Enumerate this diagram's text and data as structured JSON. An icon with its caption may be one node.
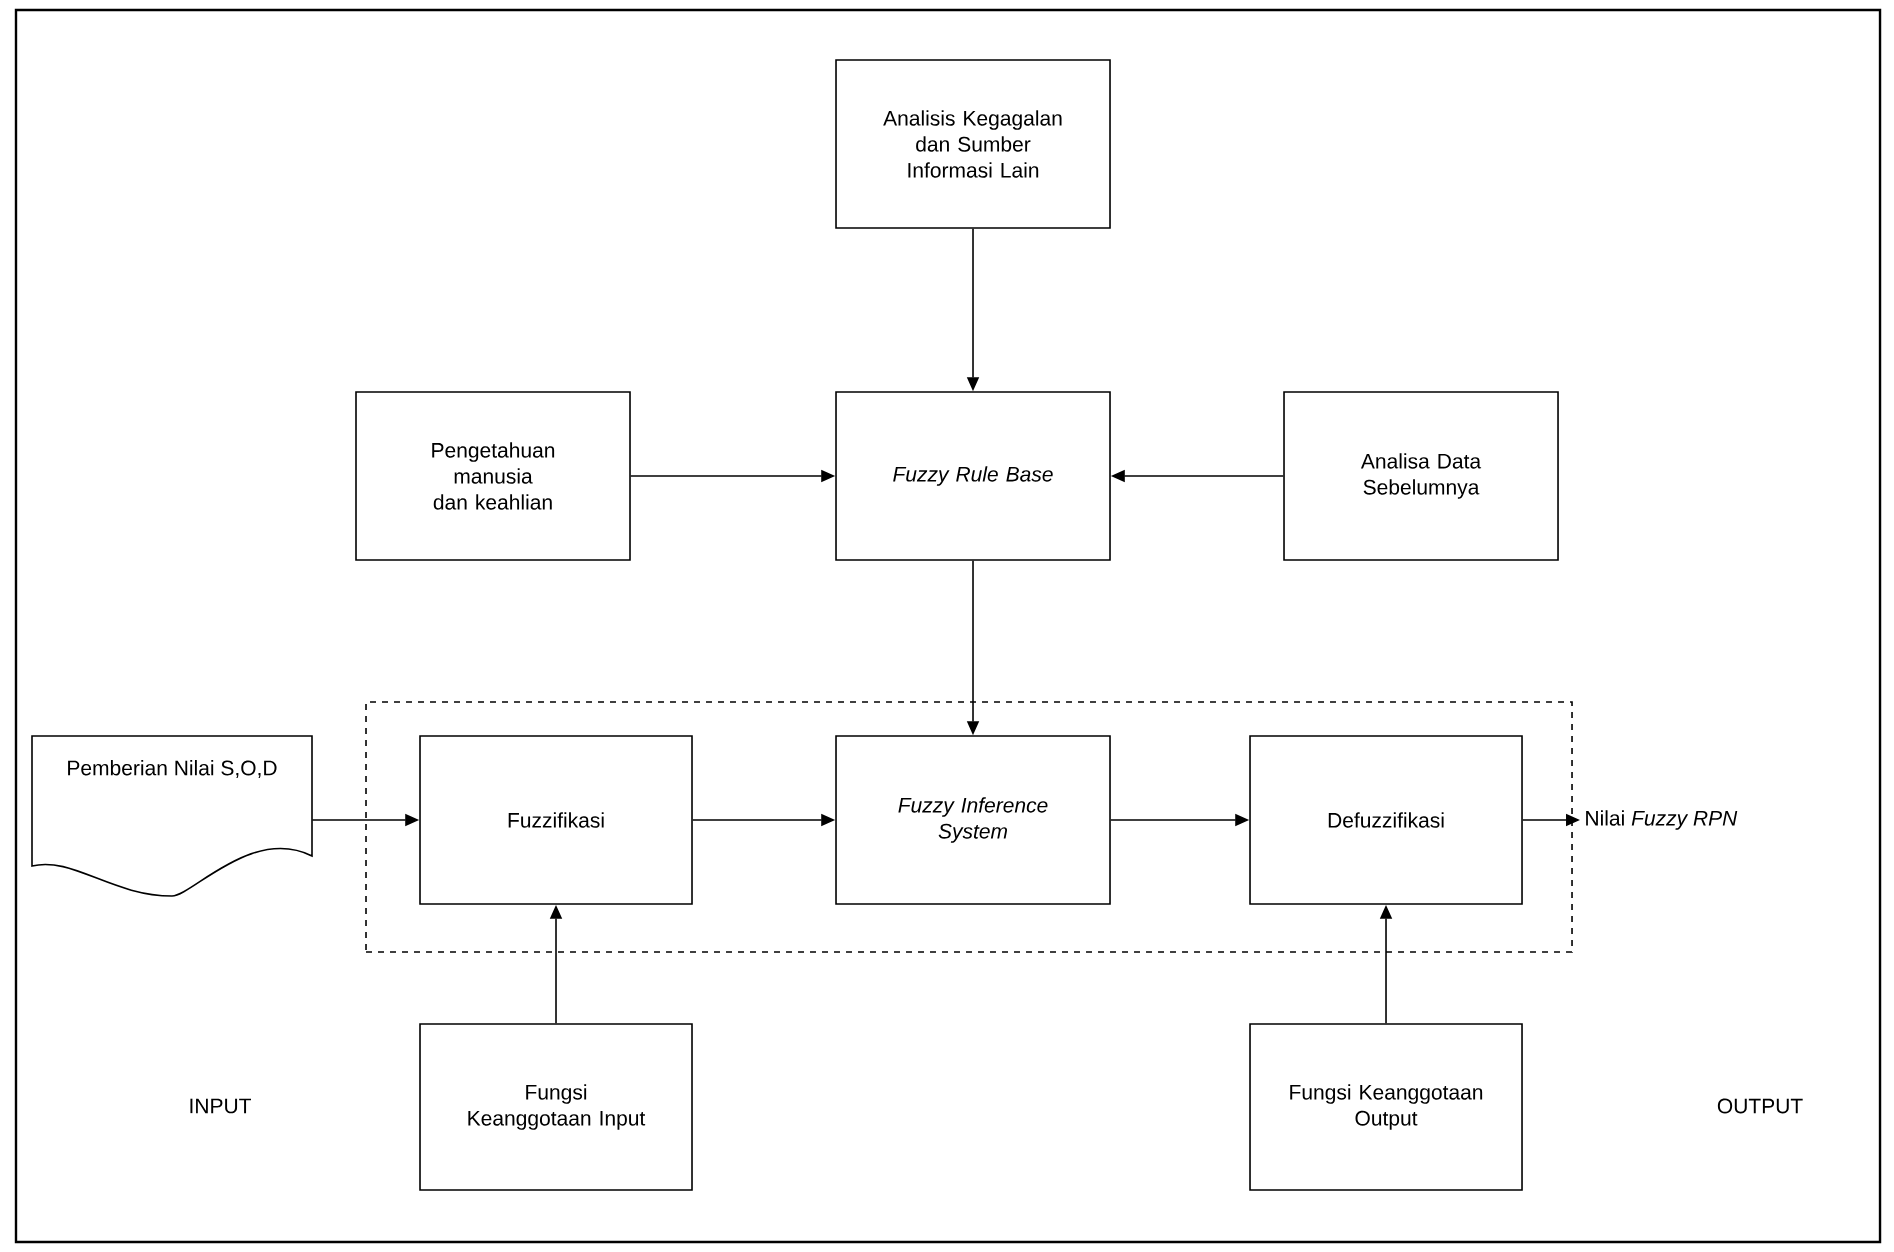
{
  "diagram": {
    "nodes": [
      {
        "text": [
          "Analisis Kegagalan dan Sumber Informasi Lain"
        ]
      },
      {
        "text": [
          "Pengetahuan manusia dan keahlian"
        ]
      },
      {
        "text": [
          "Fuzzy Rule Base"
        ]
      },
      {
        "text": [
          "Analisa Data Sebelumnya"
        ]
      },
      {
        "text": [
          "Pemberian Nilai S,O,D"
        ]
      },
      {
        "text": [],
        "shape": "box"
      },
      {
        "text": [
          "Fuzzifikasi"
        ],
        "in": 5
      },
      {
        "text": [
          "Fuzzy Inference System"
        ],
        "in": 5
      },
      {
        "text": [
          "Defuzzifikasi"
        ],
        "in": 5
      },
      {
        "text": [
          "Nilai *Fuzzy RPN*"
        ]
      },
      {
        "text": [
          "Fungsi Keanggotaan Input"
        ]
      },
      {
        "text": [
          "Fungsi Keanggotaan Output"
        ]
      }
    ],
    "edges": [
      {
        "from": 0,
        "to": 2,
        "arrow": "to"
      },
      {
        "from": 1,
        "to": 2,
        "arrow": "to"
      },
      {
        "from": 3,
        "to": 2,
        "arrow": "to"
      },
      {
        "from": 2,
        "to": 7,
        "arrow": "to"
      },
      {
        "from": 4,
        "to": 6,
        "arrow": "to"
      },
      {
        "from": 6,
        "to": 7,
        "arrow": "to"
      },
      {
        "from": 7,
        "to": 8,
        "arrow": "to"
      },
      {
        "from": 8,
        "to": 9,
        "arrow": "to"
      },
      {
        "from": 10,
        "to": 6,
        "arrow": "to"
      },
      {
        "from": 11,
        "to": 8,
        "arrow": "to"
      }
    ],
    "labels": [
      "INPUT",
      "OUTPUT"
    ]
  }
}
